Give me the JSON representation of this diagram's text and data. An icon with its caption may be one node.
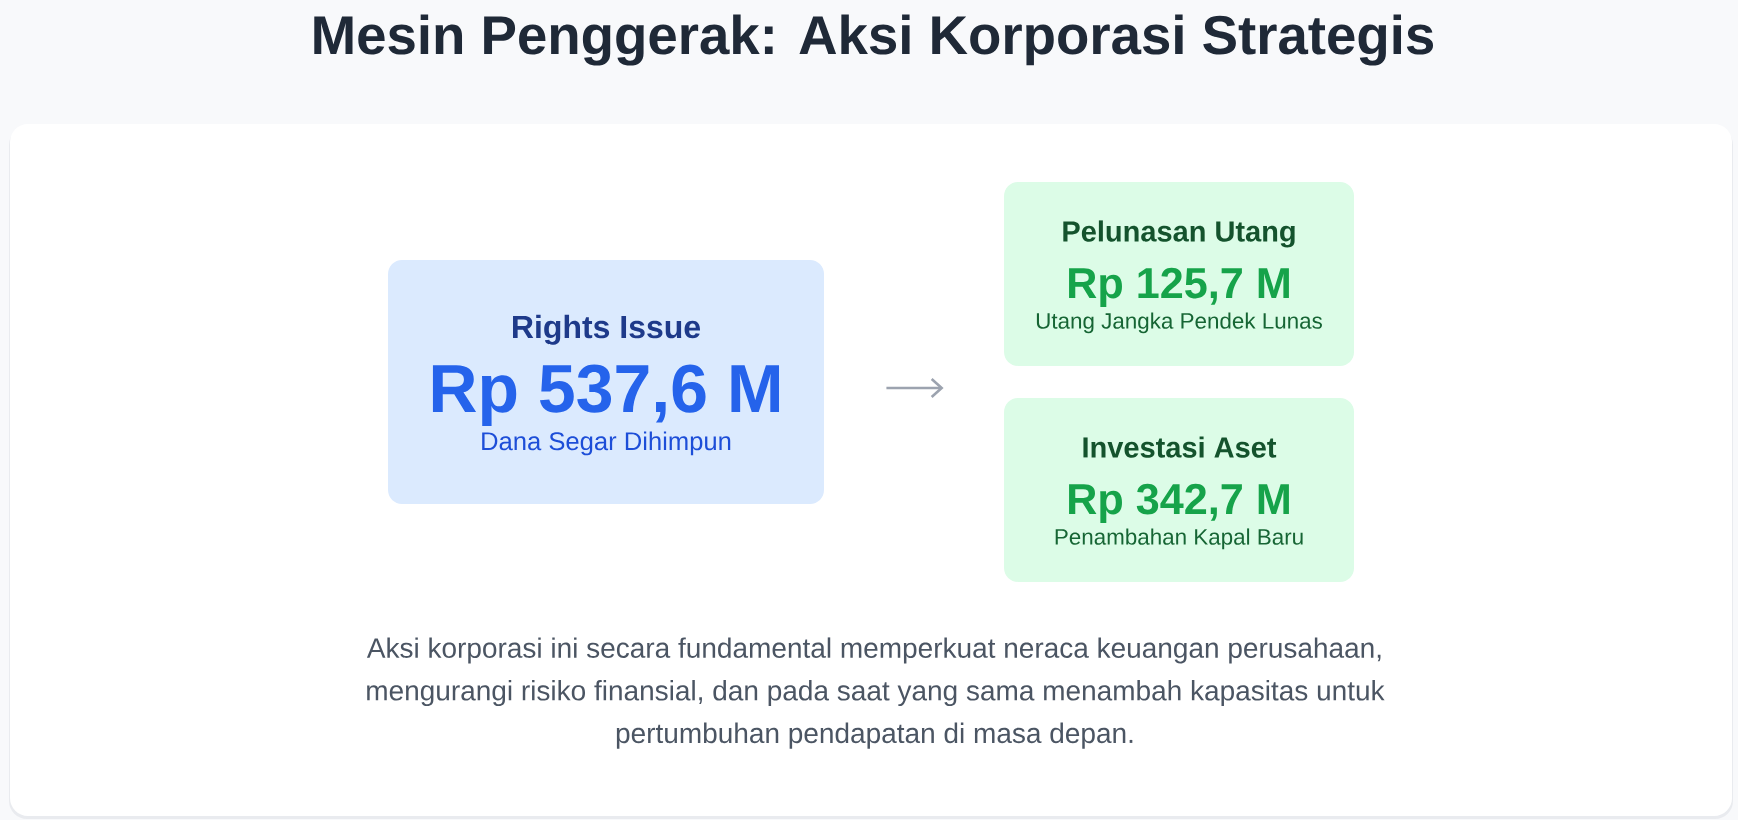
{
  "diagram": {
    "title": "Mesin Penggerak: Aksi Korporasi Strategis",
    "nodes": [
      {
        "text": [
          "Rights Issue",
          "Rp 537,6 M",
          "Dana Segar Dihimpun"
        ]
      },
      {
        "text": [
          "Pelunasan Utang",
          "Rp 125,7 M",
          "Utang Jangka Pendek Lunas"
        ]
      },
      {
        "text": [
          "Investasi Aset",
          "Rp 342,7 M",
          "Penambahan Kapal Baru"
        ]
      }
    ],
    "edges": [
      {
        "from": 0,
        "to": 1,
        "arrow": "to"
      },
      {
        "from": 0,
        "to": 2,
        "arrow": "to"
      }
    ],
    "caption": "Aksi korporasi ini secara fundamental memperkuat neraca keuangan perusahaan, mengurangi risiko finansial, dan pada saat yang sama menambah kapasitas untuk pertumbuhan pendapatan di masa depan."
  }
}
